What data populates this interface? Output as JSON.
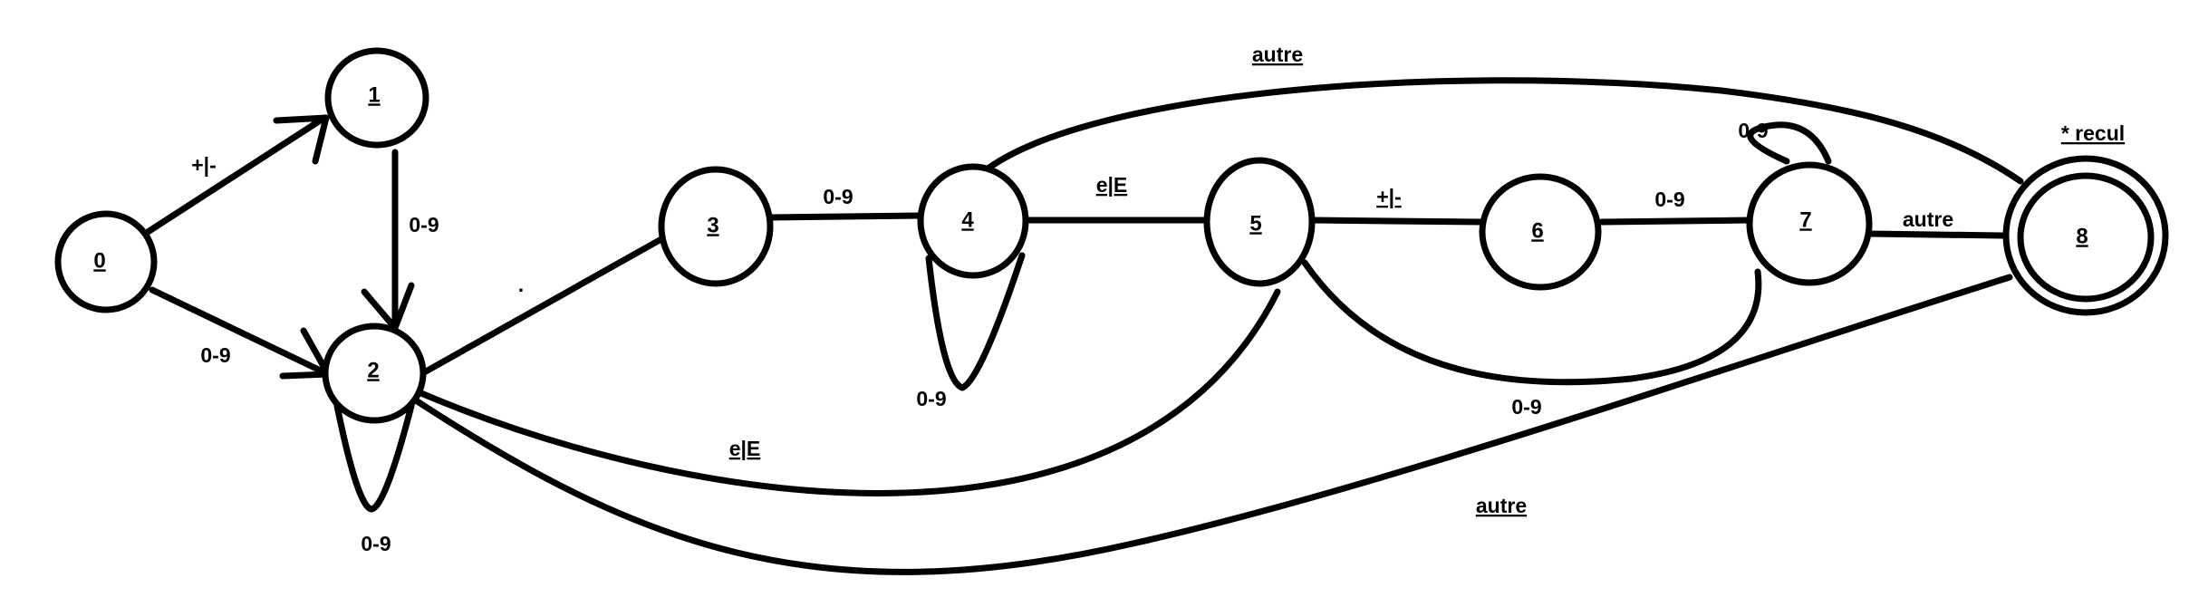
{
  "states": [
    {
      "id": "0",
      "label": "0",
      "accepting": false
    },
    {
      "id": "1",
      "label": "1",
      "accepting": false
    },
    {
      "id": "2",
      "label": "2",
      "accepting": false
    },
    {
      "id": "3",
      "label": "3",
      "accepting": false
    },
    {
      "id": "4",
      "label": "4",
      "accepting": false
    },
    {
      "id": "5",
      "label": "5",
      "accepting": false
    },
    {
      "id": "6",
      "label": "6",
      "accepting": false
    },
    {
      "id": "7",
      "label": "7",
      "accepting": false
    },
    {
      "id": "8",
      "label": "8",
      "accepting": true
    }
  ],
  "transitions": [
    {
      "from": "0",
      "to": "1",
      "label": "+|-"
    },
    {
      "from": "0",
      "to": "2",
      "label": "0-9"
    },
    {
      "from": "1",
      "to": "2",
      "label": "0-9"
    },
    {
      "from": "2",
      "to": "2",
      "label": "0-9"
    },
    {
      "from": "2",
      "to": "3",
      "label": "."
    },
    {
      "from": "2",
      "to": "5",
      "label": "e|E"
    },
    {
      "from": "2",
      "to": "8",
      "label": "autre"
    },
    {
      "from": "3",
      "to": "4",
      "label": "0-9"
    },
    {
      "from": "4",
      "to": "4",
      "label": "0-9"
    },
    {
      "from": "4",
      "to": "5",
      "label": "e|E"
    },
    {
      "from": "4",
      "to": "8",
      "label": "autre"
    },
    {
      "from": "5",
      "to": "6",
      "label": "+|-"
    },
    {
      "from": "5",
      "to": "7",
      "label": "0-9"
    },
    {
      "from": "6",
      "to": "7",
      "label": "0-9"
    },
    {
      "from": "7",
      "to": "7",
      "label": "0-9"
    },
    {
      "from": "7",
      "to": "8",
      "label": "autre"
    }
  ],
  "annotations": {
    "accept_note": "* recul"
  },
  "colors": {
    "stroke": "#000000",
    "background": "#ffffff"
  }
}
